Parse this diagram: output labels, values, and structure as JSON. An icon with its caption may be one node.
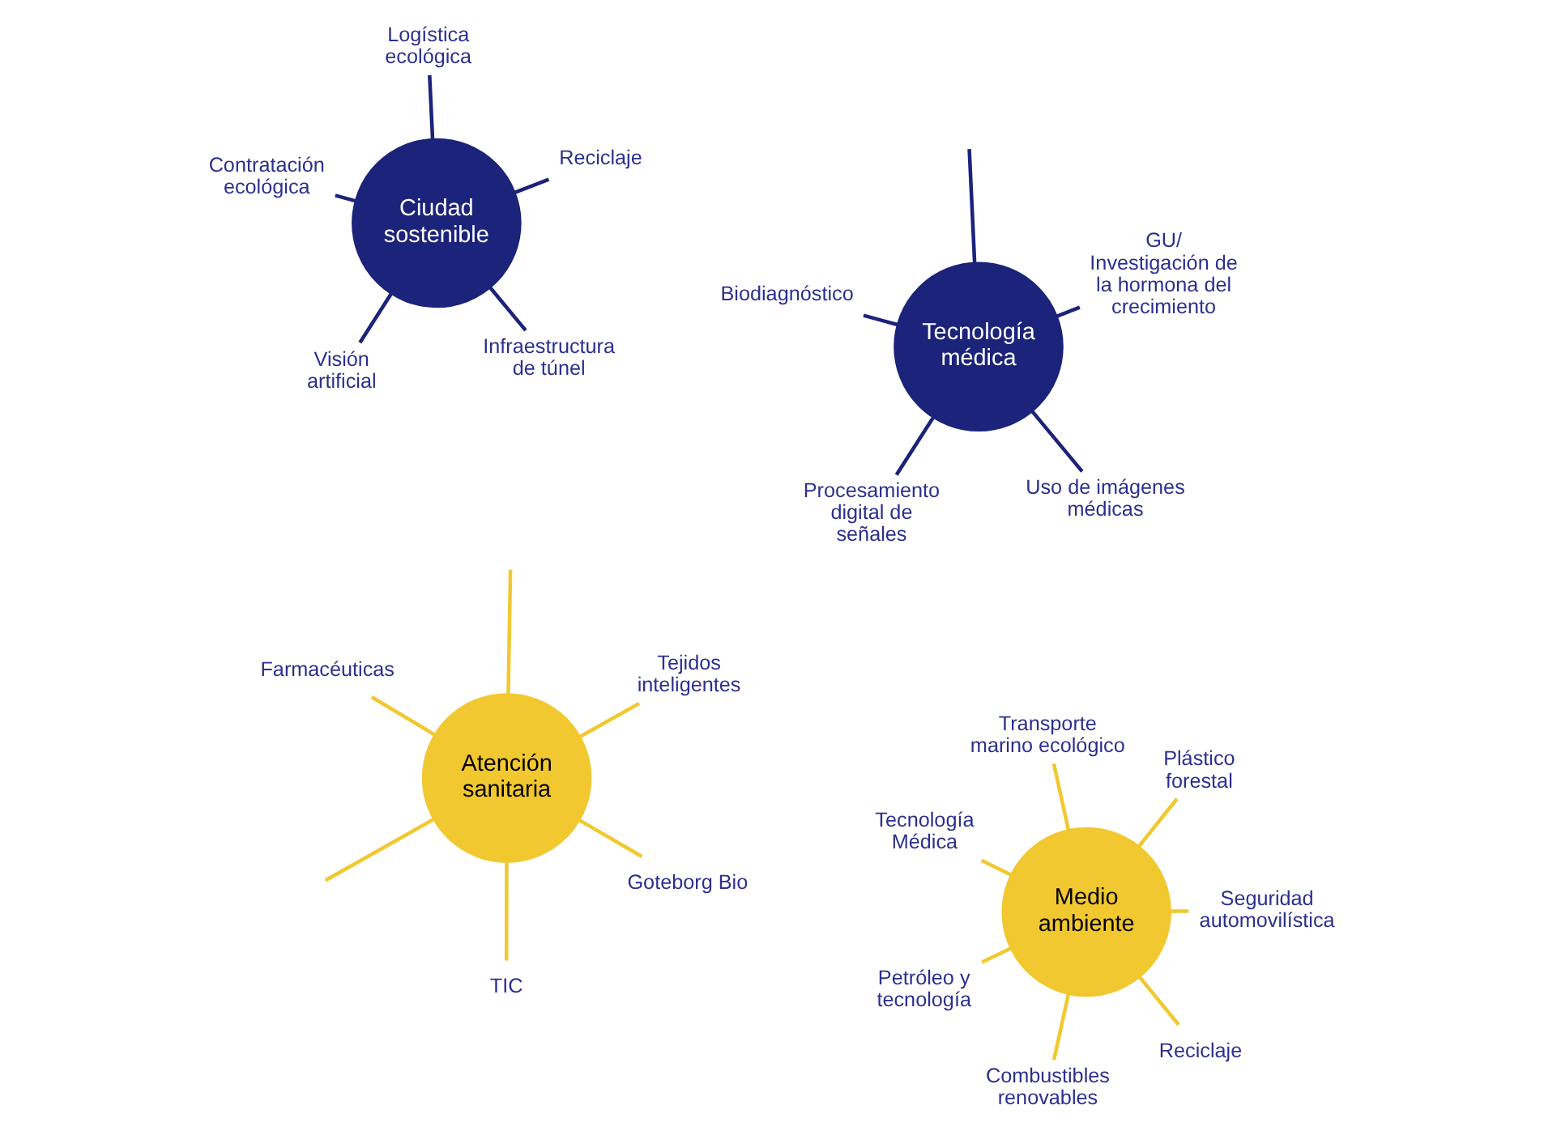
{
  "diagram": {
    "nodes": [
      {
        "text": [
          "Ciudad sostenible"
        ]
      },
      {
        "text": [
          "Tecnología médica"
        ]
      },
      {
        "text": [
          "Infraestructura de túnel"
        ]
      },
      {
        "text": [
          "Visión artificial"
        ]
      },
      {
        "text": [
          "Contratación ecológica"
        ]
      },
      {
        "text": [
          "Reciclaje"
        ]
      },
      {
        "text": [
          "Logística ecológica"
        ]
      },
      {
        "text": [
          "Uso de imágenes médicas"
        ]
      },
      {
        "text": [
          "Procesamiento digital de señales"
        ]
      },
      {
        "text": [
          "Biodiagnóstico"
        ]
      },
      {
        "text": [
          "GU/ Investigación de la hormona del crecimiento"
        ]
      },
      {
        "text": [
          "Medio ambiente"
        ]
      },
      {
        "text": [
          "Atención sanitaria"
        ]
      },
      {
        "text": [
          "Seguridad automovilística"
        ]
      },
      {
        "text": [
          "Goteborg Bio"
        ]
      },
      {
        "text": [
          "Combustibles renovables"
        ]
      },
      {
        "text": [
          "Tecnología Médica"
        ]
      },
      {
        "text": [
          "TIC"
        ]
      },
      {
        "text": [
          "Plástico forestal"
        ]
      },
      {
        "text": [
          "Farmacéuticas"
        ]
      },
      {
        "text": [
          "Transporte marino ecológico"
        ]
      },
      {
        "text": [
          "Petróleo y tecnología"
        ]
      },
      {
        "text": [
          "Reciclaje"
        ]
      },
      {
        "text": [
          "Tejidos inteligentes"
        ]
      }
    ],
    "edges": [
      {
        "from": 0,
        "to": 2,
        "arrow": "none",
        "color": "#1b237a"
      },
      {
        "from": 0,
        "to": 3,
        "arrow": "none",
        "color": "#1b237a"
      },
      {
        "from": 0,
        "to": 4,
        "arrow": "none",
        "color": "#1b237a"
      },
      {
        "from": 0,
        "to": 5,
        "arrow": "none",
        "color": "#1b237a"
      },
      {
        "from": 0,
        "to": 6,
        "arrow": "none",
        "color": "#1b237a"
      },
      {
        "from": 1,
        "to": 7,
        "arrow": "none",
        "color": "#1b237a"
      },
      {
        "from": 1,
        "to": null,
        "arrow": "none",
        "color": "#1b237a"
      },
      {
        "from": 1,
        "to": 8,
        "arrow": "none",
        "color": "#1b237a"
      },
      {
        "from": 1,
        "to": 9,
        "arrow": "none",
        "color": "#1b237a"
      },
      {
        "from": 1,
        "to": 10,
        "arrow": "none",
        "color": "#1b237a"
      },
      {
        "from": 11,
        "to": 13,
        "arrow": "none"
      },
      {
        "from": 11,
        "to": 15,
        "arrow": "none"
      },
      {
        "from": 11,
        "to": 16,
        "arrow": "none"
      },
      {
        "from": 11,
        "to": 18,
        "arrow": "none"
      },
      {
        "from": 11,
        "to": 20,
        "arrow": "none"
      },
      {
        "from": 11,
        "to": 21,
        "arrow": "none"
      },
      {
        "from": 11,
        "to": 22,
        "arrow": "none"
      },
      {
        "from": 12,
        "to": 14,
        "arrow": "none"
      },
      {
        "from": 12,
        "to": null,
        "arrow": "none"
      },
      {
        "from": 12,
        "to": 17,
        "arrow": "none"
      },
      {
        "from": 12,
        "to": null,
        "arrow": "none"
      },
      {
        "from": 12,
        "to": 19,
        "arrow": "none"
      },
      {
        "from": 12,
        "to": 23,
        "arrow": "none"
      }
    ]
  }
}
